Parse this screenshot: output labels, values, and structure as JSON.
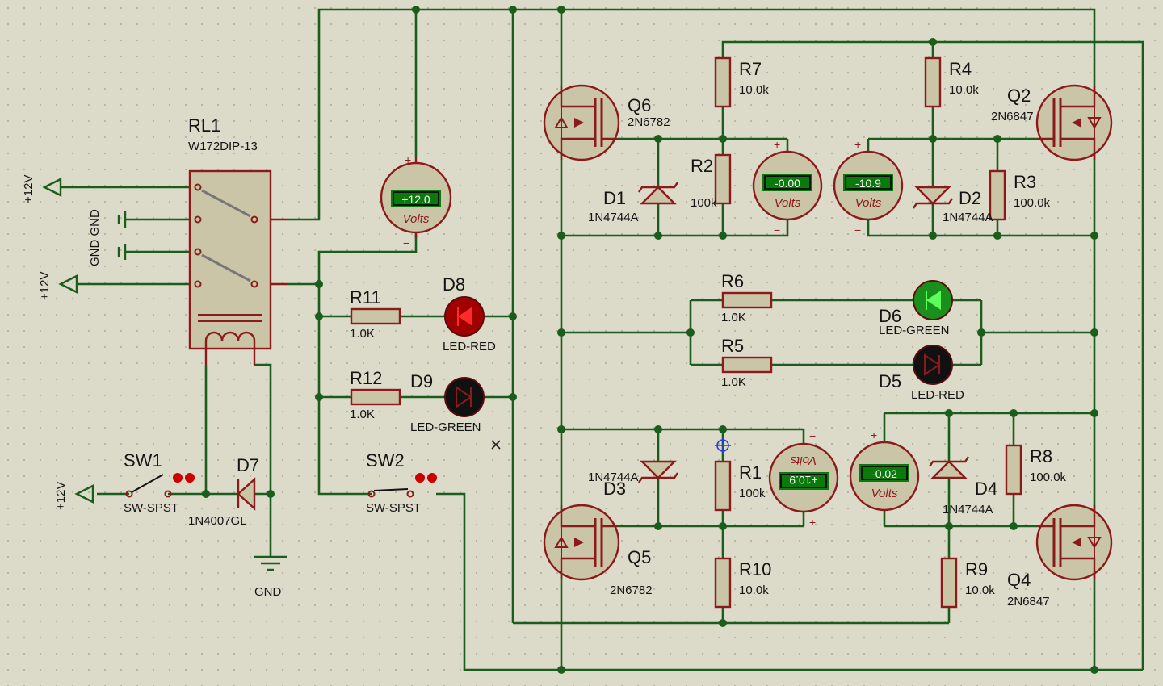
{
  "components": {
    "RL1": {
      "name": "RL1",
      "value": "W172DIP-13"
    },
    "R1": {
      "name": "R1",
      "value": "100k"
    },
    "R2": {
      "name": "R2",
      "value": "100k"
    },
    "R3": {
      "name": "R3",
      "value": "100.0k"
    },
    "R4": {
      "name": "R4",
      "value": "10.0k"
    },
    "R5": {
      "name": "R5",
      "value": "1.0K"
    },
    "R6": {
      "name": "R6",
      "value": "1.0K"
    },
    "R7": {
      "name": "R7",
      "value": "10.0k"
    },
    "R8": {
      "name": "R8",
      "value": "100.0k"
    },
    "R9": {
      "name": "R9",
      "value": "10.0k"
    },
    "R10": {
      "name": "R10",
      "value": "10.0k"
    },
    "R11": {
      "name": "R11",
      "value": "1.0K"
    },
    "R12": {
      "name": "R12",
      "value": "1.0K"
    },
    "Q2": {
      "name": "Q2",
      "value": "2N6847"
    },
    "Q4": {
      "name": "Q4",
      "value": "2N6847"
    },
    "Q5": {
      "name": "Q5",
      "value": "2N6782"
    },
    "Q6": {
      "name": "Q6",
      "value": "2N6782"
    },
    "D1": {
      "name": "D1",
      "value": "1N4744A"
    },
    "D2": {
      "name": "D2",
      "value": "1N4744A"
    },
    "D3": {
      "name": "D3",
      "value": "1N4744A"
    },
    "D4": {
      "name": "D4",
      "value": "1N4744A"
    },
    "D5": {
      "name": "D5",
      "value": "LED-RED"
    },
    "D6": {
      "name": "D6",
      "value": "LED-GREEN"
    },
    "D7": {
      "name": "D7",
      "value": "1N4007GL"
    },
    "D8": {
      "name": "D8",
      "value": "LED-RED"
    },
    "D9": {
      "name": "D9",
      "value": "LED-GREEN"
    },
    "SW1": {
      "name": "SW1",
      "value": "SW-SPST"
    },
    "SW2": {
      "name": "SW2",
      "value": "SW-SPST"
    }
  },
  "meters": {
    "m1": {
      "reading": "+12.0",
      "unit": "Volts",
      "plus": "+",
      "minus": "−"
    },
    "m2": {
      "reading": "-0.00",
      "unit": "Volts",
      "plus": "+",
      "minus": "−"
    },
    "m3": {
      "reading": "-10.9",
      "unit": "Volts",
      "plus": "+",
      "minus": "−"
    },
    "m4": {
      "reading": "+10.9",
      "unit": "Volts",
      "plus": "+",
      "minus": "−"
    },
    "m5": {
      "reading": "-0.02",
      "unit": "Volts",
      "plus": "+",
      "minus": "−"
    }
  },
  "power": {
    "vcc": "+12V",
    "gnd": "GND",
    "gnd_pair": "GND GND"
  },
  "colors": {
    "wire": "#1b5e1b",
    "component": "#8b1a1a",
    "background": "#dcdac9",
    "meter_lcd": "#0a7a0a",
    "led_red_on": "#a00000",
    "led_green_on": "#1cc21c"
  }
}
